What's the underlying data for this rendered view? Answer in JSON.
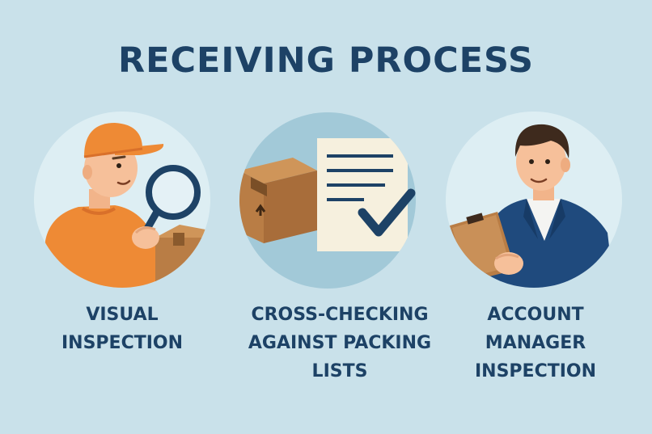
{
  "title": "RECEIVING PROCESS",
  "colors": {
    "background": "#c9e1ea",
    "title_text": "#1d4266",
    "circle_light": "#ddeef3",
    "circle_dark": "#a2c9d8",
    "navy": "#1d4266",
    "orange": "#ee8a35",
    "box_brown": "#b97d45"
  },
  "steps": [
    {
      "illustration": "worker-with-magnifier",
      "label_lines": [
        "VISUAL",
        "INSPECTION"
      ]
    },
    {
      "illustration": "box-and-checklist",
      "label_lines": [
        "CROSS-CHECKING",
        "AGAINST PACKING",
        "LISTS"
      ]
    },
    {
      "illustration": "manager-with-clipboard",
      "label_lines": [
        "ACCOUNT",
        "MANAGER",
        "INSPECTION"
      ]
    }
  ]
}
